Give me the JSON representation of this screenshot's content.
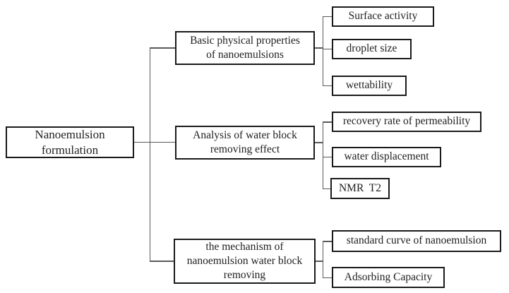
{
  "diagram": {
    "type": "tree",
    "root": {
      "label": "Nanoemulsion\nformulation"
    },
    "branches": [
      {
        "label": "Basic physical properties\nof nanoemulsions",
        "leaves": [
          {
            "label": "Surface activity"
          },
          {
            "label": "droplet size"
          },
          {
            "label": "wettability"
          }
        ]
      },
      {
        "label": "Analysis of water block\nremoving effect",
        "leaves": [
          {
            "label": "recovery rate of permeability"
          },
          {
            "label": "water displacement"
          },
          {
            "label": "NMR  T2"
          }
        ]
      },
      {
        "label": "the mechanism of\nnanoemulsion water block\nremoving",
        "leaves": [
          {
            "label": "standard curve of nanoemulsion"
          },
          {
            "label": "Adsorbing Capacity"
          }
        ]
      }
    ],
    "colors": {
      "box_border": "#1a1a1a",
      "connector": "#595959",
      "text": "#1f1f1f",
      "background": "#ffffff"
    }
  }
}
